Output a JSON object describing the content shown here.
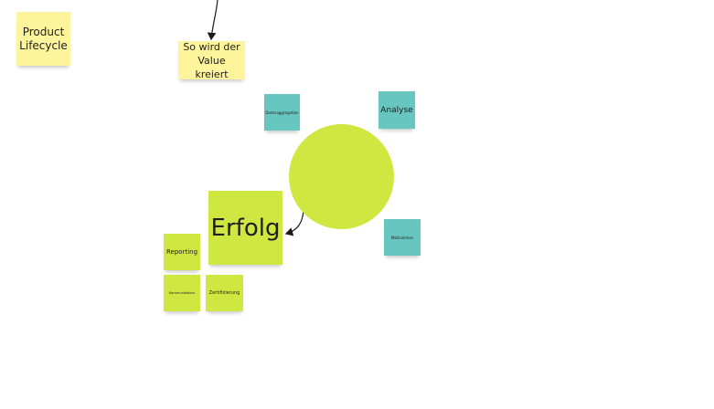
{
  "colors": {
    "yellow": "#fef49c",
    "lime": "#cee741",
    "teal": "#67c6c0",
    "circle": "#cee741",
    "connector": "#1a1a1a"
  },
  "notes": {
    "product_lifecycle": "Product Lifecycle",
    "value": "So wird der Value kreiert",
    "datenaggregation": "Datenaggregation",
    "analyse": "Analyse",
    "massnahmen": "Maßnahmen",
    "erfolg": "Erfolg",
    "reporting": "Reporting",
    "kommunikation": "Kommunikation",
    "zertifizierung": "Zertifizierung"
  }
}
